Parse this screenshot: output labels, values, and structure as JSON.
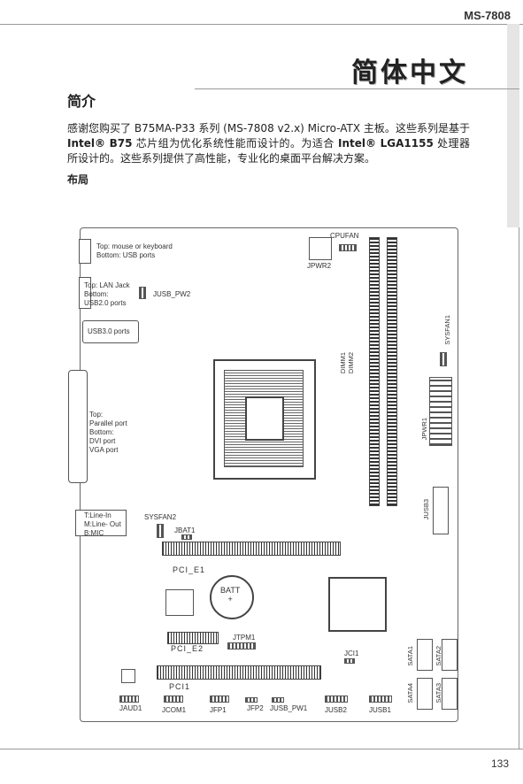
{
  "header": {
    "model": "MS-7808"
  },
  "title": "简体中文",
  "section_title": "简介",
  "intro": {
    "p1": "感谢您购买了 B75MA-P33 系列 (MS-7808 v2.x) Micro-ATX 主板。这些系列是基于 ",
    "chipset": "Intel® B75",
    "p2": " 芯片组为优化系统性能而设计的。为适合 ",
    "cpu": "Intel® LGA1155",
    "p3": " 处理器所设计的。这些系列提供了高性能，专业化的桌面平台解决方案。"
  },
  "layout_title": "布局",
  "board": {
    "ps2": "Top: mouse or keyboard\nBottom: USB ports",
    "lan": "Top: LAN Jack\nBottom:\nUSB2.0 ports",
    "jusb_pw2": "JUSB_PW2",
    "usb3": "USB3.0 ports",
    "parallel": "Top:\nParallel port\nBottom:\nDVI port\nVGA port",
    "audio": "T:Line-In\nM:Line- Out\nB:MIC",
    "sysfan2": "SYSFAN2",
    "jbat1": "JBAT1",
    "cpufan": "CPUFAN",
    "jpwr2": "JPWR2",
    "dimm": "DIMM1\nDIMM2",
    "sysfan1": "SYSFAN1",
    "jpwr1": "JPWR1",
    "jusb3": "JUSB3",
    "pci_e1": "PCI_E1",
    "batt": "BATT\n+",
    "jtpm1": "JTPM1",
    "pci_e2": "PCI_E2",
    "jci1": "JCI1",
    "pci1": "PCI1",
    "sata1": "SATA1",
    "sata2": "SATA2",
    "sata4": "SATA4",
    "sata3": "SATA3",
    "jaud1": "JAUD1",
    "jcom1": "JCOM1",
    "jfp1": "JFP1",
    "jfp2": "JFP2",
    "jusb_pw1": "JUSB_PW1",
    "jusb2": "JUSB2",
    "jusb1": "JUSB1"
  },
  "page_number": "133"
}
